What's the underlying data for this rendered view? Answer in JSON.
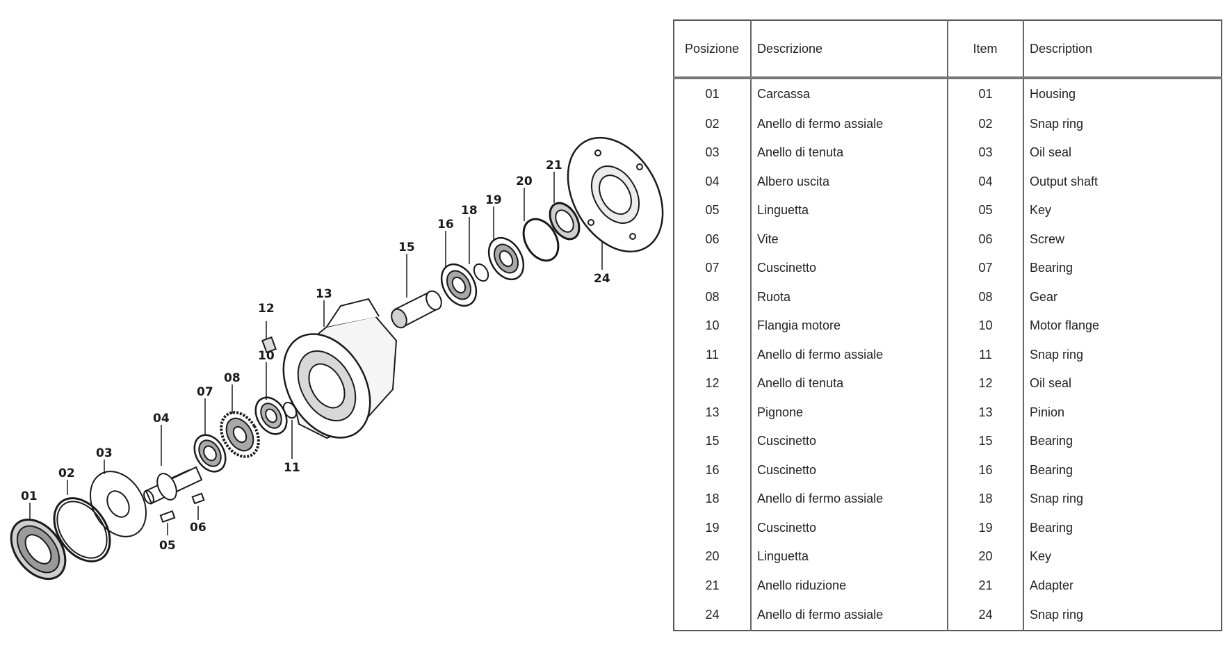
{
  "diagram": {
    "labels": [
      "01",
      "02",
      "03",
      "04",
      "05",
      "06",
      "07",
      "08",
      "10",
      "11",
      "12",
      "13",
      "15",
      "16",
      "18",
      "19",
      "20",
      "21",
      "24"
    ]
  },
  "table": {
    "headers": [
      "Posizione",
      "Descrizione",
      "Item",
      "Description"
    ],
    "rows": [
      [
        "01",
        "Carcassa",
        "01",
        "Housing"
      ],
      [
        "02",
        "Anello di fermo assiale",
        "02",
        "Snap ring"
      ],
      [
        "03",
        "Anello di tenuta",
        "03",
        "Oil seal"
      ],
      [
        "04",
        "Albero uscita",
        "04",
        "Output shaft"
      ],
      [
        "05",
        "Linguetta",
        "05",
        "Key"
      ],
      [
        "06",
        "Vite",
        "06",
        "Screw"
      ],
      [
        "07",
        "Cuscinetto",
        "07",
        "Bearing"
      ],
      [
        "08",
        "Ruota",
        "08",
        "Gear"
      ],
      [
        "10",
        "Flangia motore",
        "10",
        "Motor flange"
      ],
      [
        "11",
        "Anello di fermo assiale",
        "11",
        "Snap ring"
      ],
      [
        "12",
        "Anello di tenuta",
        "12",
        "Oil seal"
      ],
      [
        "13",
        "Pignone",
        "13",
        "Pinion"
      ],
      [
        "15",
        "Cuscinetto",
        "15",
        "Bearing"
      ],
      [
        "16",
        "Cuscinetto",
        "16",
        "Bearing"
      ],
      [
        "18",
        "Anello di fermo assiale",
        "18",
        "Snap ring"
      ],
      [
        "19",
        "Cuscinetto",
        "19",
        "Bearing"
      ],
      [
        "20",
        "Linguetta",
        "20",
        "Key"
      ],
      [
        "21",
        "Anello riduzione",
        "21",
        "Adapter"
      ],
      [
        "24",
        "Anello di fermo assiale",
        "24",
        "Snap ring"
      ]
    ]
  }
}
